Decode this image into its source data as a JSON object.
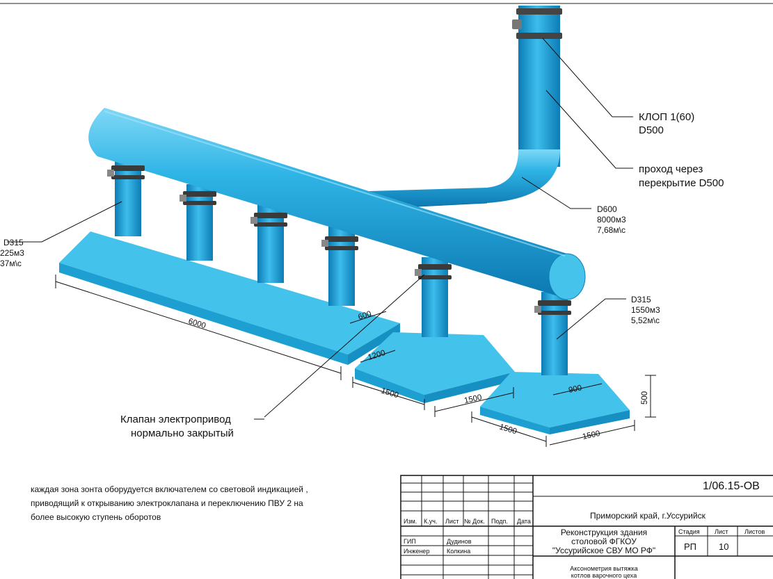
{
  "colors": {
    "pipe": "#1fa8df",
    "pipe_dark": "#0e7fb8",
    "pipe_light": "#6fd0f4",
    "base": "#35bde9",
    "base_side": "#1c9fd3",
    "clamp": "#3a3a3a"
  },
  "labels": {
    "klop_line1": "КЛОП 1(60)",
    "klop_line2": "D500",
    "passage_line1": "проход через",
    "passage_line2": "перекрытие D500",
    "main_d": "D600",
    "main_flow": "8000м3",
    "main_speed": "7,68м\\с",
    "left_d": "D315",
    "left_flow": "225м3",
    "left_speed": "37м\\с",
    "right_d": "D315",
    "right_flow": "1550м3",
    "right_speed": "5,52м\\с",
    "valve_line1": "Клапан электропривод",
    "valve_line2": "нормально закрытый"
  },
  "dimensions": {
    "d6000": "6000",
    "d600": "600",
    "d1200": "1200",
    "d1500a": "1500",
    "d1500b": "1500",
    "d900": "900",
    "d500": "500",
    "d1500c": "1500",
    "d1500d": "1500"
  },
  "note": {
    "line1": "каждая зона зонта оборудуется включателем со световой индикацией ,",
    "line2": "приводящий к открыванию электроклапана и переключению ПВУ 2 на",
    "line3": "более высокую ступень оборотов"
  },
  "title_block": {
    "doc_code": "1/06.15-ОВ",
    "location": "Приморский край,  г.Уссурийск",
    "col_izm": "Изм.",
    "col_kuch": "К.уч.",
    "col_list": "Лист",
    "col_ndok": "№ Док.",
    "col_podp": "Подп.",
    "col_data": "Дата",
    "role1": "ГИП",
    "name1": "Дудинов",
    "role2": "Инженер",
    "name2": "Колкина",
    "project_line1": "Реконструкция здания",
    "project_line2": "столовой ФГКОУ",
    "project_line3": "\"Уссурийское СВУ МО РФ\"",
    "stage_label": "Стадия",
    "sheet_label": "Лист",
    "sheets_label": "Листов",
    "stage_value": "РП",
    "sheet_value": "10",
    "drawing_line1": "Аксонометрия вытяжка",
    "drawing_line2": "котлов варочного цеха"
  }
}
